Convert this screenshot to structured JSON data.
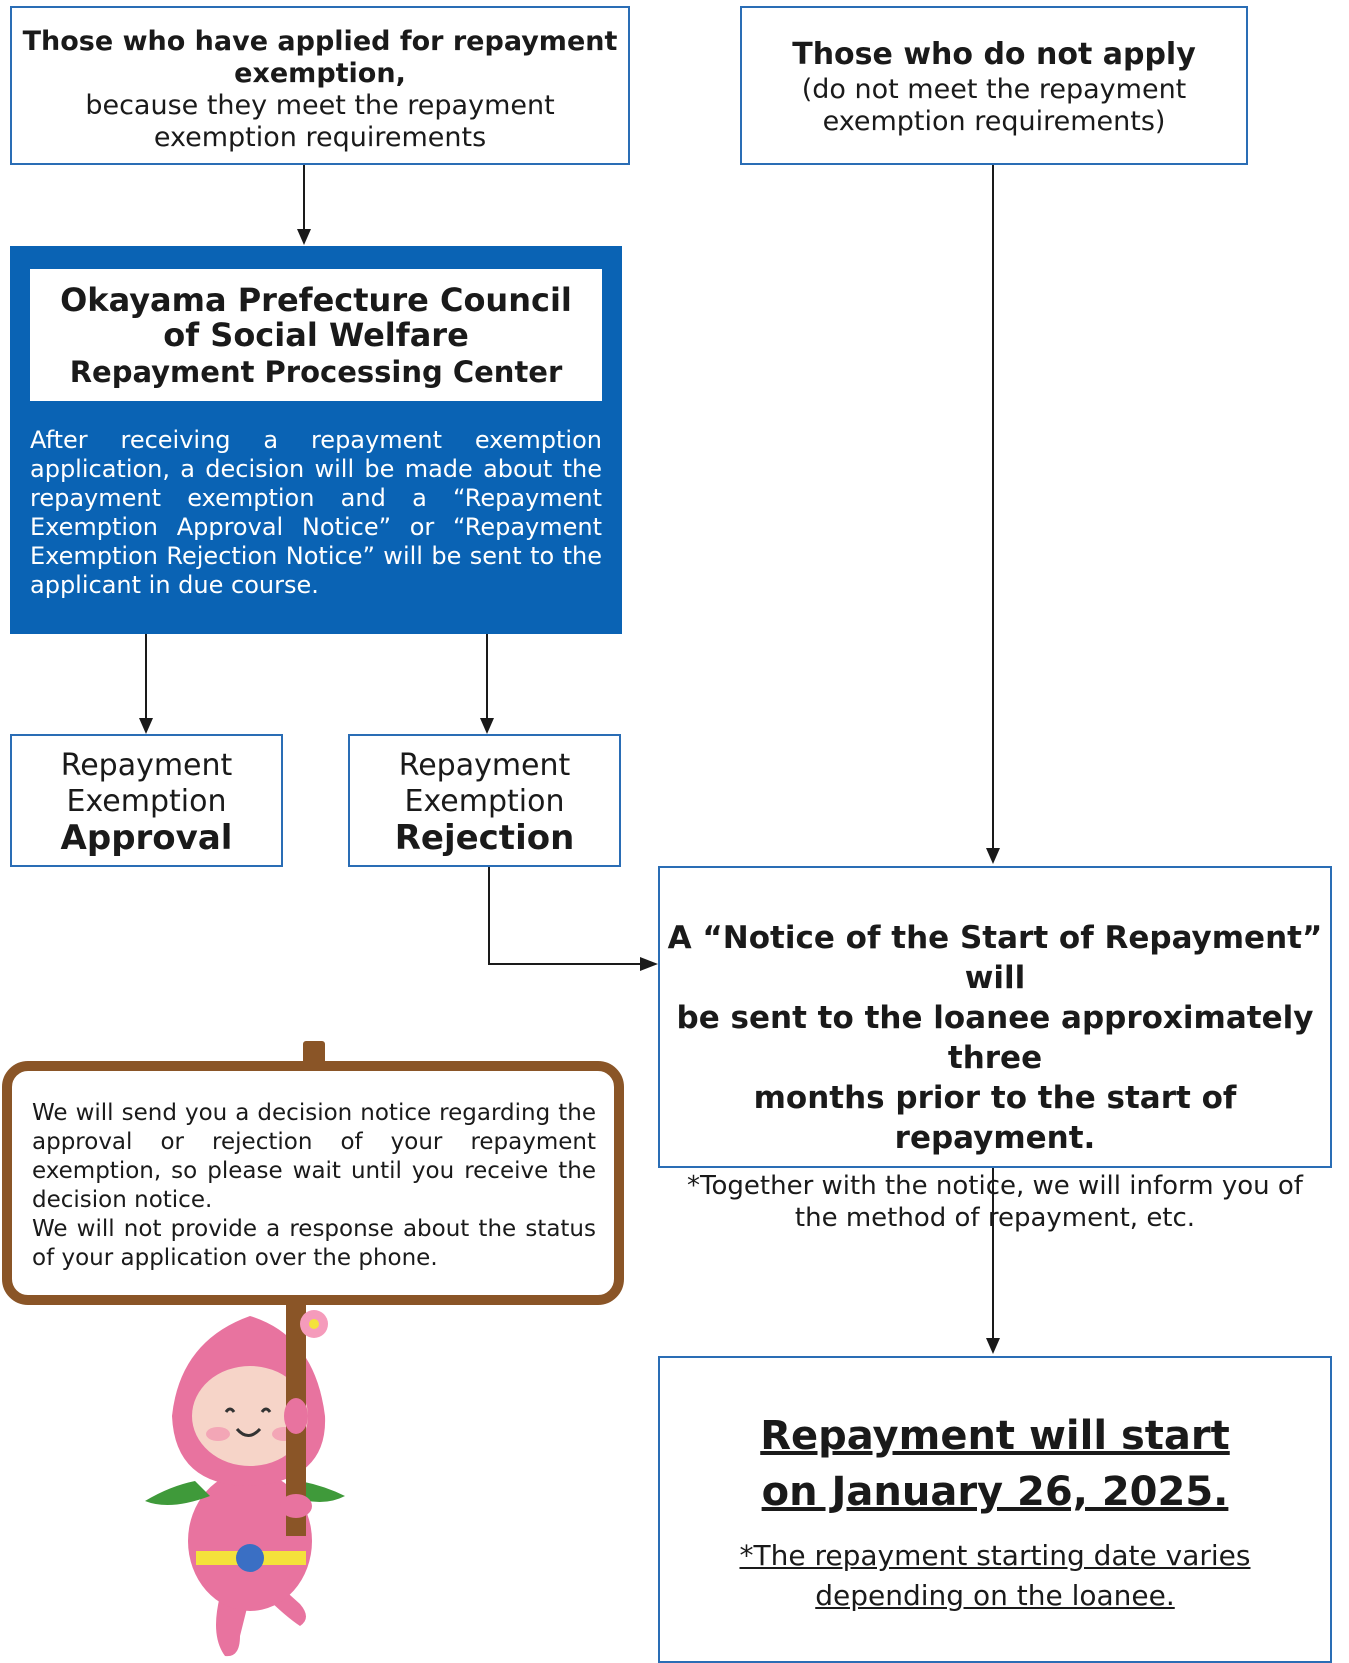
{
  "applied_box": {
    "line1": "Those who have applied for repayment",
    "line2": "exemption,",
    "line3": "because they meet the repayment",
    "line4": "exemption requirements"
  },
  "not_apply_box": {
    "line1": "Those who do not apply",
    "line2": "(do not meet the repayment",
    "line3": "exemption requirements)"
  },
  "center": {
    "title1": "Okayama Prefecture Council",
    "title2": "of Social Welfare",
    "title3": "Repayment Processing Center",
    "description": "After receiving a repayment exemption application, a decision will be made about the repayment exemption and a “Repayment Exemption Approval Notice” or “Repayment Exemption Rejection Notice” will be sent to the applicant in due course."
  },
  "approval_box": {
    "line1": "Repayment",
    "line2": "Exemption",
    "line3": "Approval"
  },
  "rejection_box": {
    "line1": "Repayment",
    "line2": "Exemption",
    "line3": "Rejection"
  },
  "notice_box": {
    "line1": "A “Notice of the Start of Repayment” will",
    "line2": "be sent to the loanee approximately three",
    "line3": "months prior to the start of repayment.",
    "note1": "*Together with the notice, we will inform you of",
    "note2": "the method of repayment, etc."
  },
  "start_box": {
    "line1": "Repayment will start",
    "line2": "on January 26, 2025.",
    "note1": "*The repayment starting date varies",
    "note2": "depending on the loanee."
  },
  "sign": {
    "para1": "We will send you a decision notice regarding the approval or rejection of your repayment exemption, so please wait until you receive the decision notice.",
    "para2": "We will not provide a response about the status of your application over the phone."
  },
  "colors": {
    "box_border": "#2a6db5",
    "panel_blue": "#0a63b4",
    "sign_brown": "#8a5527",
    "mascot_pink": "#e8739f"
  },
  "icons": {
    "mascot": "pink-peach-mascot-holding-sign"
  }
}
